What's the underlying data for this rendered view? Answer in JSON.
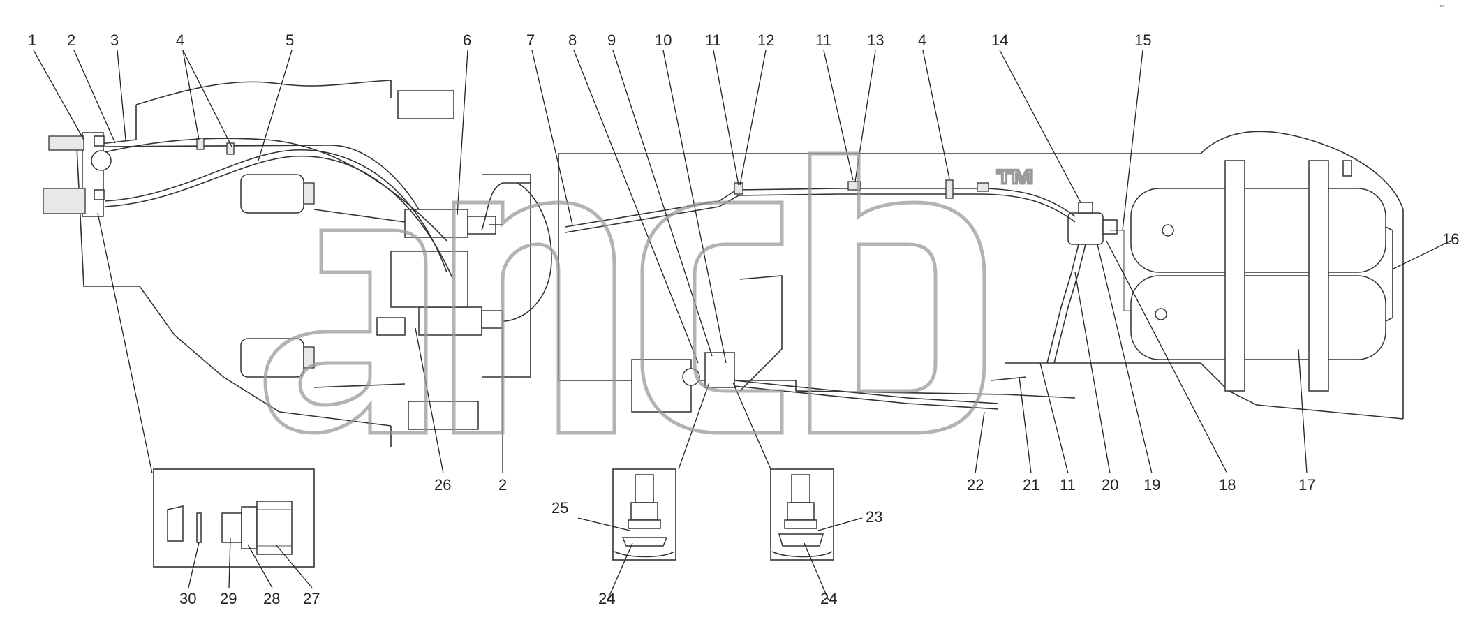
{
  "diagram": {
    "watermark": "™",
    "corner_mark": "◦◦",
    "labels": {
      "l1": "1",
      "l2": "2",
      "l3": "3",
      "l4a": "4",
      "l5": "5",
      "l6": "6",
      "l7": "7",
      "l8": "8",
      "l9": "9",
      "l10": "10",
      "l11a": "11",
      "l12": "12",
      "l11b": "11",
      "l13": "13",
      "l4b": "4",
      "l14": "14",
      "l15": "15",
      "l16": "16",
      "l17": "17",
      "l18": "18",
      "l19": "19",
      "l20": "20",
      "l11c": "11",
      "l21": "21",
      "l22": "22",
      "l2b": "2",
      "l26": "26",
      "l25": "25",
      "l24a": "24",
      "l23": "23",
      "l24b": "24",
      "l30": "30",
      "l29": "29",
      "l28": "28",
      "l27": "27"
    }
  }
}
